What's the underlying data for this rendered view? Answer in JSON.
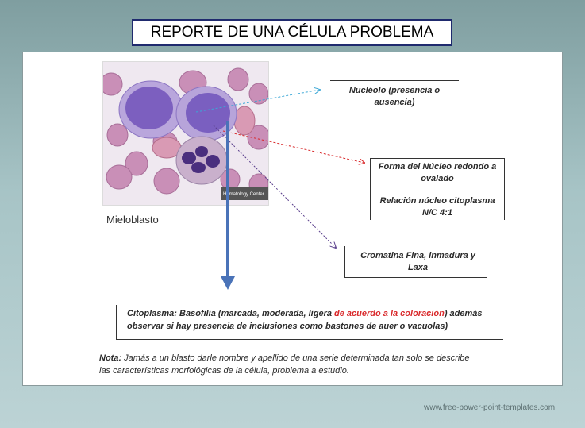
{
  "title": "REPORTE DE UNA CÉLULA PROBLEMA",
  "image": {
    "watermark": "Hematology Center",
    "caption": "Mieloblasto"
  },
  "labels": {
    "nucleolo_line1": "Nucléolo (presencia o",
    "nucleolo_line2": "ausencia)",
    "forma_line1": "Forma del Núcleo redondo a",
    "forma_line2": "ovalado",
    "relacion_line1": "Relación núcleo citoplasma",
    "relacion_line2": "N/C 4:1",
    "cromatina_line1": "Cromatina Fina, inmadura y",
    "cromatina_line2": "Laxa"
  },
  "citoplasma": {
    "part1": "Citoplasma: Basofilia (marcada, moderada, ligera ",
    "highlight": "de acuerdo a la coloración",
    "part2": ") además",
    "line2": "observar si hay presencia de inclusiones como bastones de auer o vacuolas)"
  },
  "nota": {
    "label": "Nota:",
    "line1": " Jamás a un blasto darle nombre y apellido de una serie determinada tan solo se describe",
    "line2": "las características morfológicas de la célula, problema a estudio."
  },
  "colors": {
    "title_border": "#1f2a6e",
    "highlight_red": "#d9292b",
    "arrow_cyan": "#3aa7d6",
    "arrow_red": "#d9292b",
    "arrow_purple": "#5a3f8c",
    "arrow_blue": "#4a73b8"
  },
  "footer": "www.free-power-point-templates.com"
}
